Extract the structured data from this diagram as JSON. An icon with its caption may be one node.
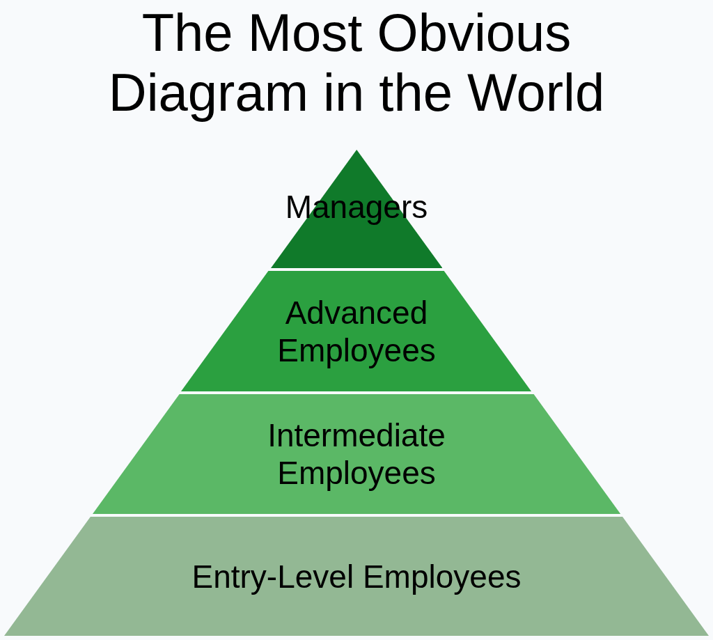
{
  "diagram": {
    "title": "The Most Obvious Diagram in the World",
    "nodes": [
      {
        "text": [
          "Managers"
        ]
      },
      {
        "text": [
          "Advanced Employees"
        ]
      },
      {
        "text": [
          "Intermediate Employees"
        ]
      },
      {
        "text": [
          "Entry-Level Employees"
        ]
      }
    ]
  }
}
